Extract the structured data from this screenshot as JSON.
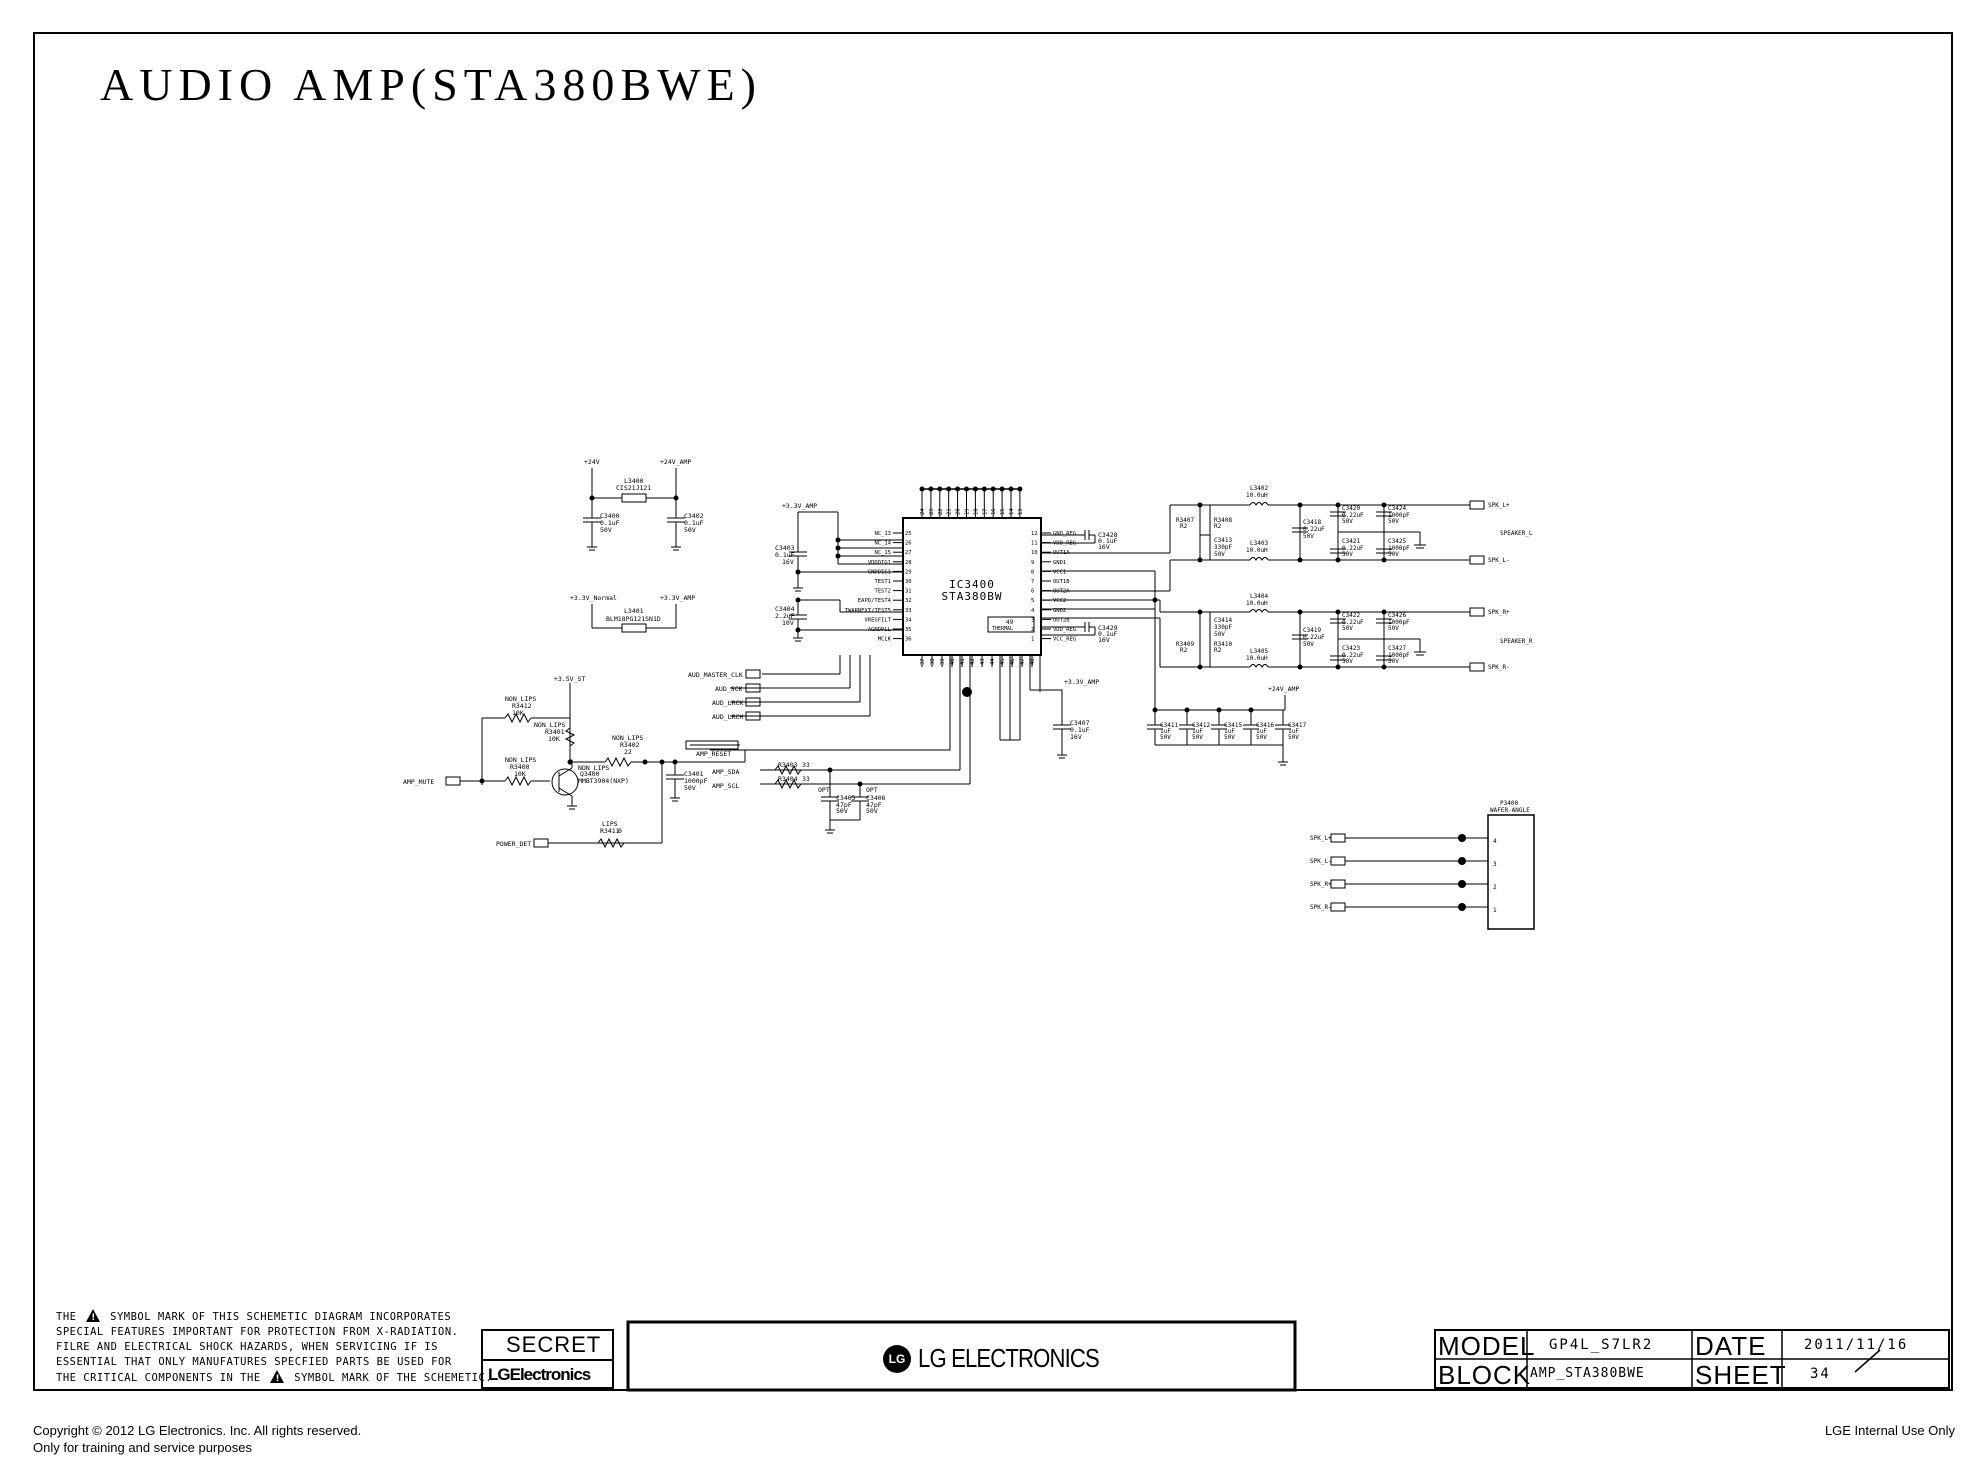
{
  "title": "AUDIO AMP(STA380BWE)",
  "ic": {
    "ref": "IC3400",
    "part": "STA380BW",
    "pad_label": "49",
    "pad_sub": "THERMAL"
  },
  "power_nets": {
    "v24": "+24V",
    "v24_amp": "+24V_AMP",
    "v33_normal": "+3.3V_Normal",
    "v33_amp": "+3.3V_AMP",
    "v35_st": "+3.5V_ST",
    "v33_amp_b": "+3.3V_AMP",
    "v33_amp_c": "+3.3V_AMP",
    "v24_amp_b": "+24V_AMP"
  },
  "beads": {
    "l3400": "L3400",
    "l3400_part": "CIS21J121",
    "l3401": "L3401",
    "l3401_part": "BLM18PG121SN1D"
  },
  "caps": {
    "c3400": "C3400",
    "c3400_v": "0.1uF",
    "c3400_r": "50V",
    "c3402": "C3402",
    "c3402_v": "0.1uF",
    "c3402_r": "50V",
    "c3403": "C3403",
    "c3403_v": "0.1uF",
    "c3403_r": "16V",
    "c3404": "C3404",
    "c3404_v": "2.2uF",
    "c3404_r": "10V",
    "c3401": "C3401",
    "c3401_v": "1000pF",
    "c3401_r": "50V",
    "c3405": "C3405",
    "c3405_v": "47pF",
    "c3405_r": "50V",
    "c3406": "C3406",
    "c3406_v": "47pF",
    "c3406_r": "50V",
    "c3407": "C3407",
    "c3407_v": "0.1uF",
    "c3407_r": "16V",
    "c3428": "C3428",
    "c3428_v": "0.1uF",
    "c3428_r": "16V",
    "c3429": "C3429",
    "c3429_v": "0.1uF",
    "c3429_r": "16V"
  },
  "left_pins": [
    {
      "name": "NC_13",
      "num": "25"
    },
    {
      "name": "NC_14",
      "num": "26"
    },
    {
      "name": "NC_15",
      "num": "27"
    },
    {
      "name": "VDDDIG1",
      "num": "28"
    },
    {
      "name": "GNDDIG1",
      "num": "29"
    },
    {
      "name": "TEST1",
      "num": "30"
    },
    {
      "name": "TEST2",
      "num": "31"
    },
    {
      "name": "EAPD/TEST4",
      "num": "32"
    },
    {
      "name": "TWARNEXT/TEST5",
      "num": "33"
    },
    {
      "name": "VREGFILT",
      "num": "34"
    },
    {
      "name": "AGNDPLL",
      "num": "35"
    },
    {
      "name": "MCLK",
      "num": "36"
    }
  ],
  "right_pins": [
    {
      "name": "GND_REG",
      "num": "12"
    },
    {
      "name": "VDD_REG",
      "num": "11"
    },
    {
      "name": "OUT1A",
      "num": "10"
    },
    {
      "name": "GND1",
      "num": "9"
    },
    {
      "name": "VCC1",
      "num": "8"
    },
    {
      "name": "OUT1B",
      "num": "7"
    },
    {
      "name": "OUT2A",
      "num": "6"
    },
    {
      "name": "VCC2",
      "num": "5"
    },
    {
      "name": "GND2",
      "num": "4"
    },
    {
      "name": "OUT2B",
      "num": "3"
    },
    {
      "name": "VDD_REG",
      "num": "2"
    },
    {
      "name": "VCC_REG",
      "num": "1"
    }
  ],
  "top_pins": [
    "24",
    "23",
    "22",
    "21",
    "20",
    "19",
    "18",
    "17",
    "16",
    "15",
    "14",
    "13"
  ],
  "bottom_pins": [
    "37",
    "38",
    "39",
    "40",
    "41",
    "42",
    "43",
    "44",
    "45",
    "46",
    "47",
    "48"
  ],
  "signals": {
    "master_clk": "AUD_MASTER_CLK",
    "sck": "AUD_SCK",
    "lrck": "AUD_LRCK",
    "lrch": "AUD_LRCH",
    "amp_reset": "AMP_RESET",
    "amp_sda": "AMP_SDA",
    "amp_scl": "AMP_SCL",
    "amp_mute": "AMP_MUTE",
    "power_det": "POWER_DET"
  },
  "resistors": {
    "r3402": "R3402",
    "r3402_v": "22",
    "r3402_note": "NON_LIPS",
    "r3403": "R3403",
    "r3403_v": "33",
    "r3404": "R3404",
    "r3404_v": "33",
    "r3400": "R3400",
    "r3400_v": "10K",
    "r3400_note": "NON_LIPS",
    "r3401": "R3401",
    "r3401_v": "10K",
    "r3401_note": "NON_LIPS",
    "r3412": "R3412",
    "r3412_v": "10K",
    "r3412_note": "NON_LIPS",
    "r3411": "R3411",
    "r3411_v": "0",
    "r3411_note": "LIPS"
  },
  "transistor": {
    "ref": "Q3400",
    "part": "MMBT3904(NXP)",
    "note": "NON_LIPS"
  },
  "tags": {
    "opt1": "OPT",
    "opt2": "OPT"
  },
  "output_l": {
    "r_a": "R3407",
    "r_a_v": "R2",
    "r_b": "R3408",
    "r_b_v": "R2",
    "c_snub": "C3413",
    "c_snub_v": "330pF",
    "c_snub_r": "50V",
    "l_top": "L3402",
    "l_top_v": "10.0uH",
    "l_bot": "L3403",
    "l_bot_v": "10.0uH",
    "c_mid": "C3418",
    "c_mid_v": "0.22uF",
    "c_mid_r": "50V",
    "c_a": "C3420",
    "c_a_v": "0.22uF",
    "c_a_r": "50V",
    "c_b": "C3421",
    "c_b_v": "0.22uF",
    "c_b_r": "50V",
    "c_c": "C3424",
    "c_c_v": "1000pF",
    "c_c_r": "50V",
    "c_d": "C3425",
    "c_d_v": "1000pF",
    "c_d_r": "50V",
    "net_p": "SPK_L+",
    "net_n": "SPK_L-",
    "name": "SPEAKER_L"
  },
  "output_r": {
    "r_a": "R3409",
    "r_a_v": "R2",
    "r_b": "R3410",
    "r_b_v": "R2",
    "c_snub": "C3414",
    "c_snub_v": "330pF",
    "c_snub_r": "50V",
    "l_top": "L3404",
    "l_top_v": "10.0uH",
    "l_bot": "L3405",
    "l_bot_v": "10.0uH",
    "c_mid": "C3419",
    "c_mid_v": "0.22uF",
    "c_mid_r": "50V",
    "c_a": "C3422",
    "c_a_v": "0.22uF",
    "c_a_r": "50V",
    "c_b": "C3423",
    "c_b_v": "0.22uF",
    "c_b_r": "50V",
    "c_c": "C3426",
    "c_c_v": "1000pF",
    "c_c_r": "50V",
    "c_d": "C3427",
    "c_d_v": "1000pF",
    "c_d_r": "50V",
    "net_p": "SPK_R+",
    "net_n": "SPK_R-",
    "name": "SPEAKER_R"
  },
  "bulk_caps": [
    {
      "ref": "C3411",
      "v": "1uF",
      "r": "50V"
    },
    {
      "ref": "C3412",
      "v": "1uF",
      "r": "50V"
    },
    {
      "ref": "C3415",
      "v": "1uF",
      "r": "50V"
    },
    {
      "ref": "C3416",
      "v": "1uF",
      "r": "50V"
    },
    {
      "ref": "C3417",
      "v": "1uF",
      "r": "50V"
    }
  ],
  "connector": {
    "ref": "P3400",
    "part": "WAFER-ANGLE",
    "pins": [
      {
        "net": "SPK_L+",
        "num": "4"
      },
      {
        "net": "SPK_L-",
        "num": "3"
      },
      {
        "net": "SPK_R+",
        "num": "2"
      },
      {
        "net": "SPK_R-",
        "num": "1"
      }
    ]
  },
  "warning_lines": [
    "THE {!} SYMBOL MARK OF THIS SCHEMETIC DIAGRAM INCORPORATES",
    "SPECIAL FEATURES IMPORTANT FOR PROTECTION FROM X-RADIATION.",
    "FILRE AND ELECTRICAL SHOCK HAZARDS, WHEN SERVICING IF IS",
    "ESSENTIAL THAT ONLY MANUFATURES SPECFIED PARTS BE USED FOR",
    "THE CRITICAL COMPONENTS IN THE {!} SYMBOL MARK OF THE SCHEMETIC."
  ],
  "title_block": {
    "secret": "SECRET",
    "lg_small": "LGElectronics",
    "logo_glyph": "LG",
    "lg_large": "LG ELECTRONICS",
    "model_label": "MODEL",
    "model": "GP4L_S7LR2",
    "date_label": "DATE",
    "date": "2011/11/16",
    "block_label": "BLOCK",
    "block": "AMP_STA380BWE",
    "sheet_label": "SHEET",
    "sheet": "34"
  },
  "footer": {
    "copyright": "Copyright © 2012 LG Electronics. Inc. All rights reserved.",
    "training": "Only for training and service purposes",
    "internal": "LGE Internal Use Only"
  }
}
